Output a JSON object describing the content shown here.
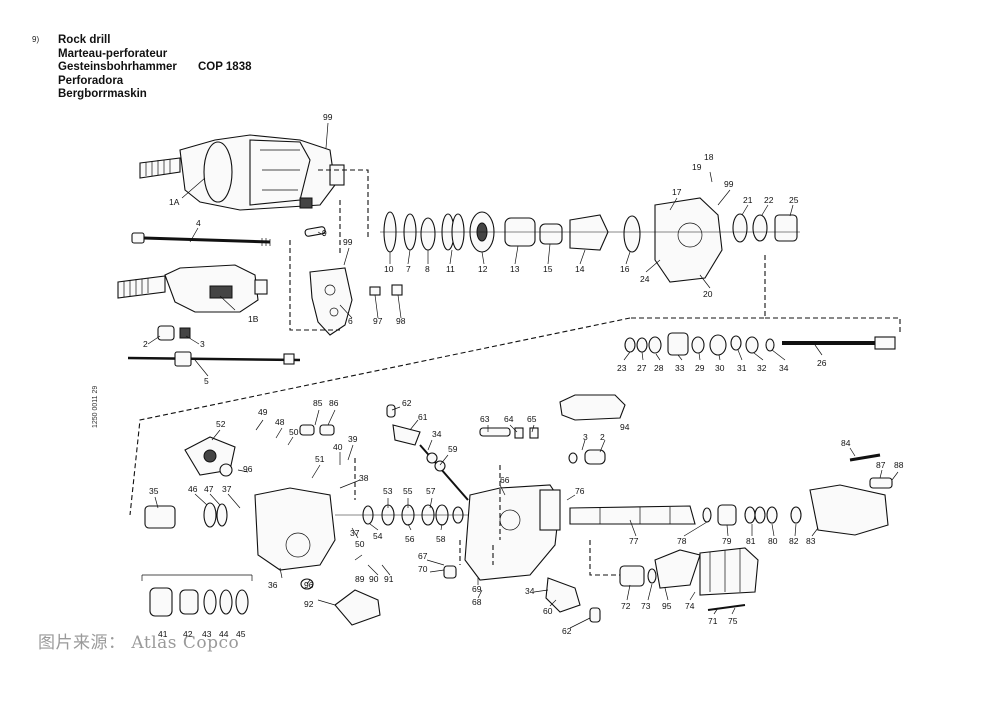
{
  "page_mark": "9)",
  "title": {
    "names": [
      "Rock drill",
      "Marteau-perforateur",
      "Gesteinsbohrhammer",
      "Perforadora",
      "Bergborrmaskin"
    ],
    "model": "COP 1838"
  },
  "reference_code": "1250 0011 29",
  "source_credit": "图片来源： Atlas Copco",
  "callouts": {
    "c99a": "99",
    "c1A": "1A",
    "c4": "4",
    "c1B": "1B",
    "c2": "2",
    "c3": "3",
    "c5": "5",
    "c9": "9",
    "c99b": "99",
    "c6": "6",
    "c97": "97",
    "c98": "98",
    "c10": "10",
    "c7": "7",
    "c8": "8",
    "c11": "11",
    "c12": "12",
    "c13": "13",
    "c15": "15",
    "c14": "14",
    "c16": "16",
    "c24": "24",
    "c17": "17",
    "c18": "18",
    "c19": "19",
    "c99c": "99",
    "c21": "21",
    "c22": "22",
    "c25": "25",
    "c20": "20",
    "c23": "23",
    "c27": "27",
    "c28": "28",
    "c33": "33",
    "c29": "29",
    "c30": "30",
    "c31": "31",
    "c32": "32",
    "c34a": "34",
    "c26": "26",
    "c52": "52",
    "c49": "49",
    "c48": "48",
    "c50a": "50",
    "c85": "85",
    "c86": "86",
    "c40": "40",
    "c39": "39",
    "c51": "51",
    "c38": "38",
    "c96a": "96",
    "c35": "35",
    "c46": "46",
    "c47": "47",
    "c37a": "37",
    "c36": "36",
    "c96b": "96",
    "c92": "92",
    "c37b": "37",
    "c50b": "50",
    "c89": "89",
    "c90": "90",
    "c91": "91",
    "c53": "53",
    "c55": "55",
    "c57": "57",
    "c54": "54",
    "c56": "56",
    "c58": "58",
    "c62a": "62",
    "c61": "61",
    "c34b": "34",
    "c59": "59",
    "c63": "63",
    "c64": "64",
    "c65": "65",
    "c66": "66",
    "c94": "94",
    "c3b": "3",
    "c2b": "2",
    "c76": "76",
    "c67": "67",
    "c70": "70",
    "c69": "69",
    "c68": "68",
    "c34c": "34",
    "c60": "60",
    "c62b": "62",
    "c77": "77",
    "c78": "78",
    "c79": "79",
    "c80": "80",
    "c81": "81",
    "c82": "82",
    "c83": "83",
    "c84": "84",
    "c87": "87",
    "c88": "88",
    "c72": "72",
    "c73": "73",
    "c95": "95",
    "c74": "74",
    "c71": "71",
    "c75": "75",
    "c41": "41",
    "c42": "42",
    "c43": "43",
    "c44": "44",
    "c45": "45"
  }
}
